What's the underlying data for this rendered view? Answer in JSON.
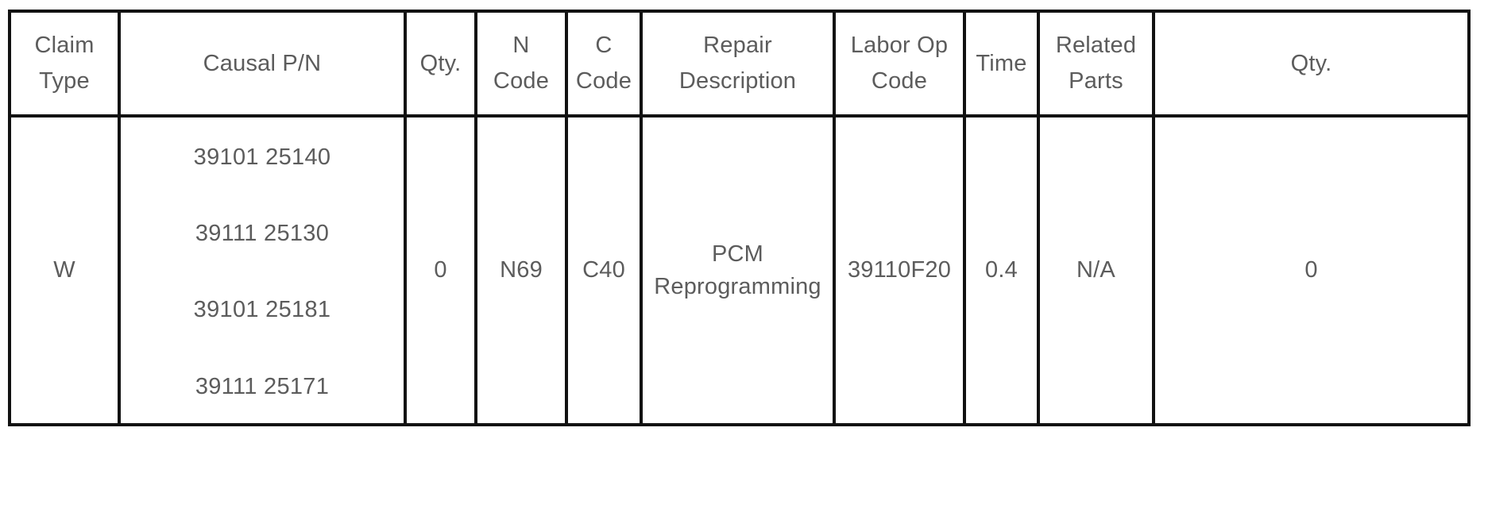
{
  "document": {
    "type": "warranty-claim-table",
    "background_color": "#ffffff",
    "border_color": "#111111",
    "text_color": "#5c5c5c"
  },
  "table": {
    "columns": [
      {
        "key": "claim_type",
        "lines": [
          "Claim",
          "Type"
        ]
      },
      {
        "key": "causal_pn",
        "lines": [
          "Causal P/N"
        ]
      },
      {
        "key": "qty1",
        "lines": [
          "Qty."
        ]
      },
      {
        "key": "n_code",
        "lines": [
          "N",
          "Code"
        ]
      },
      {
        "key": "c_code",
        "lines": [
          "C",
          "Code"
        ]
      },
      {
        "key": "repair_desc",
        "lines": [
          "Repair",
          "Description"
        ]
      },
      {
        "key": "labor_op",
        "lines": [
          "Labor Op",
          "Code"
        ]
      },
      {
        "key": "time",
        "lines": [
          "Time"
        ]
      },
      {
        "key": "related",
        "lines": [
          "Related",
          "Parts"
        ]
      },
      {
        "key": "qty2",
        "lines": [
          "Qty."
        ]
      }
    ],
    "rows": [
      {
        "claim_type": "W",
        "causal_pn": [
          "39101 25140",
          "39111 25130",
          "39101 25181",
          "39111 25171"
        ],
        "qty1": "0",
        "n_code": "N69",
        "c_code": "C40",
        "repair_desc": [
          "PCM",
          "Reprogramming"
        ],
        "labor_op": "39110F20",
        "time": "0.4",
        "related": "N/A",
        "qty2": "0"
      }
    ]
  }
}
